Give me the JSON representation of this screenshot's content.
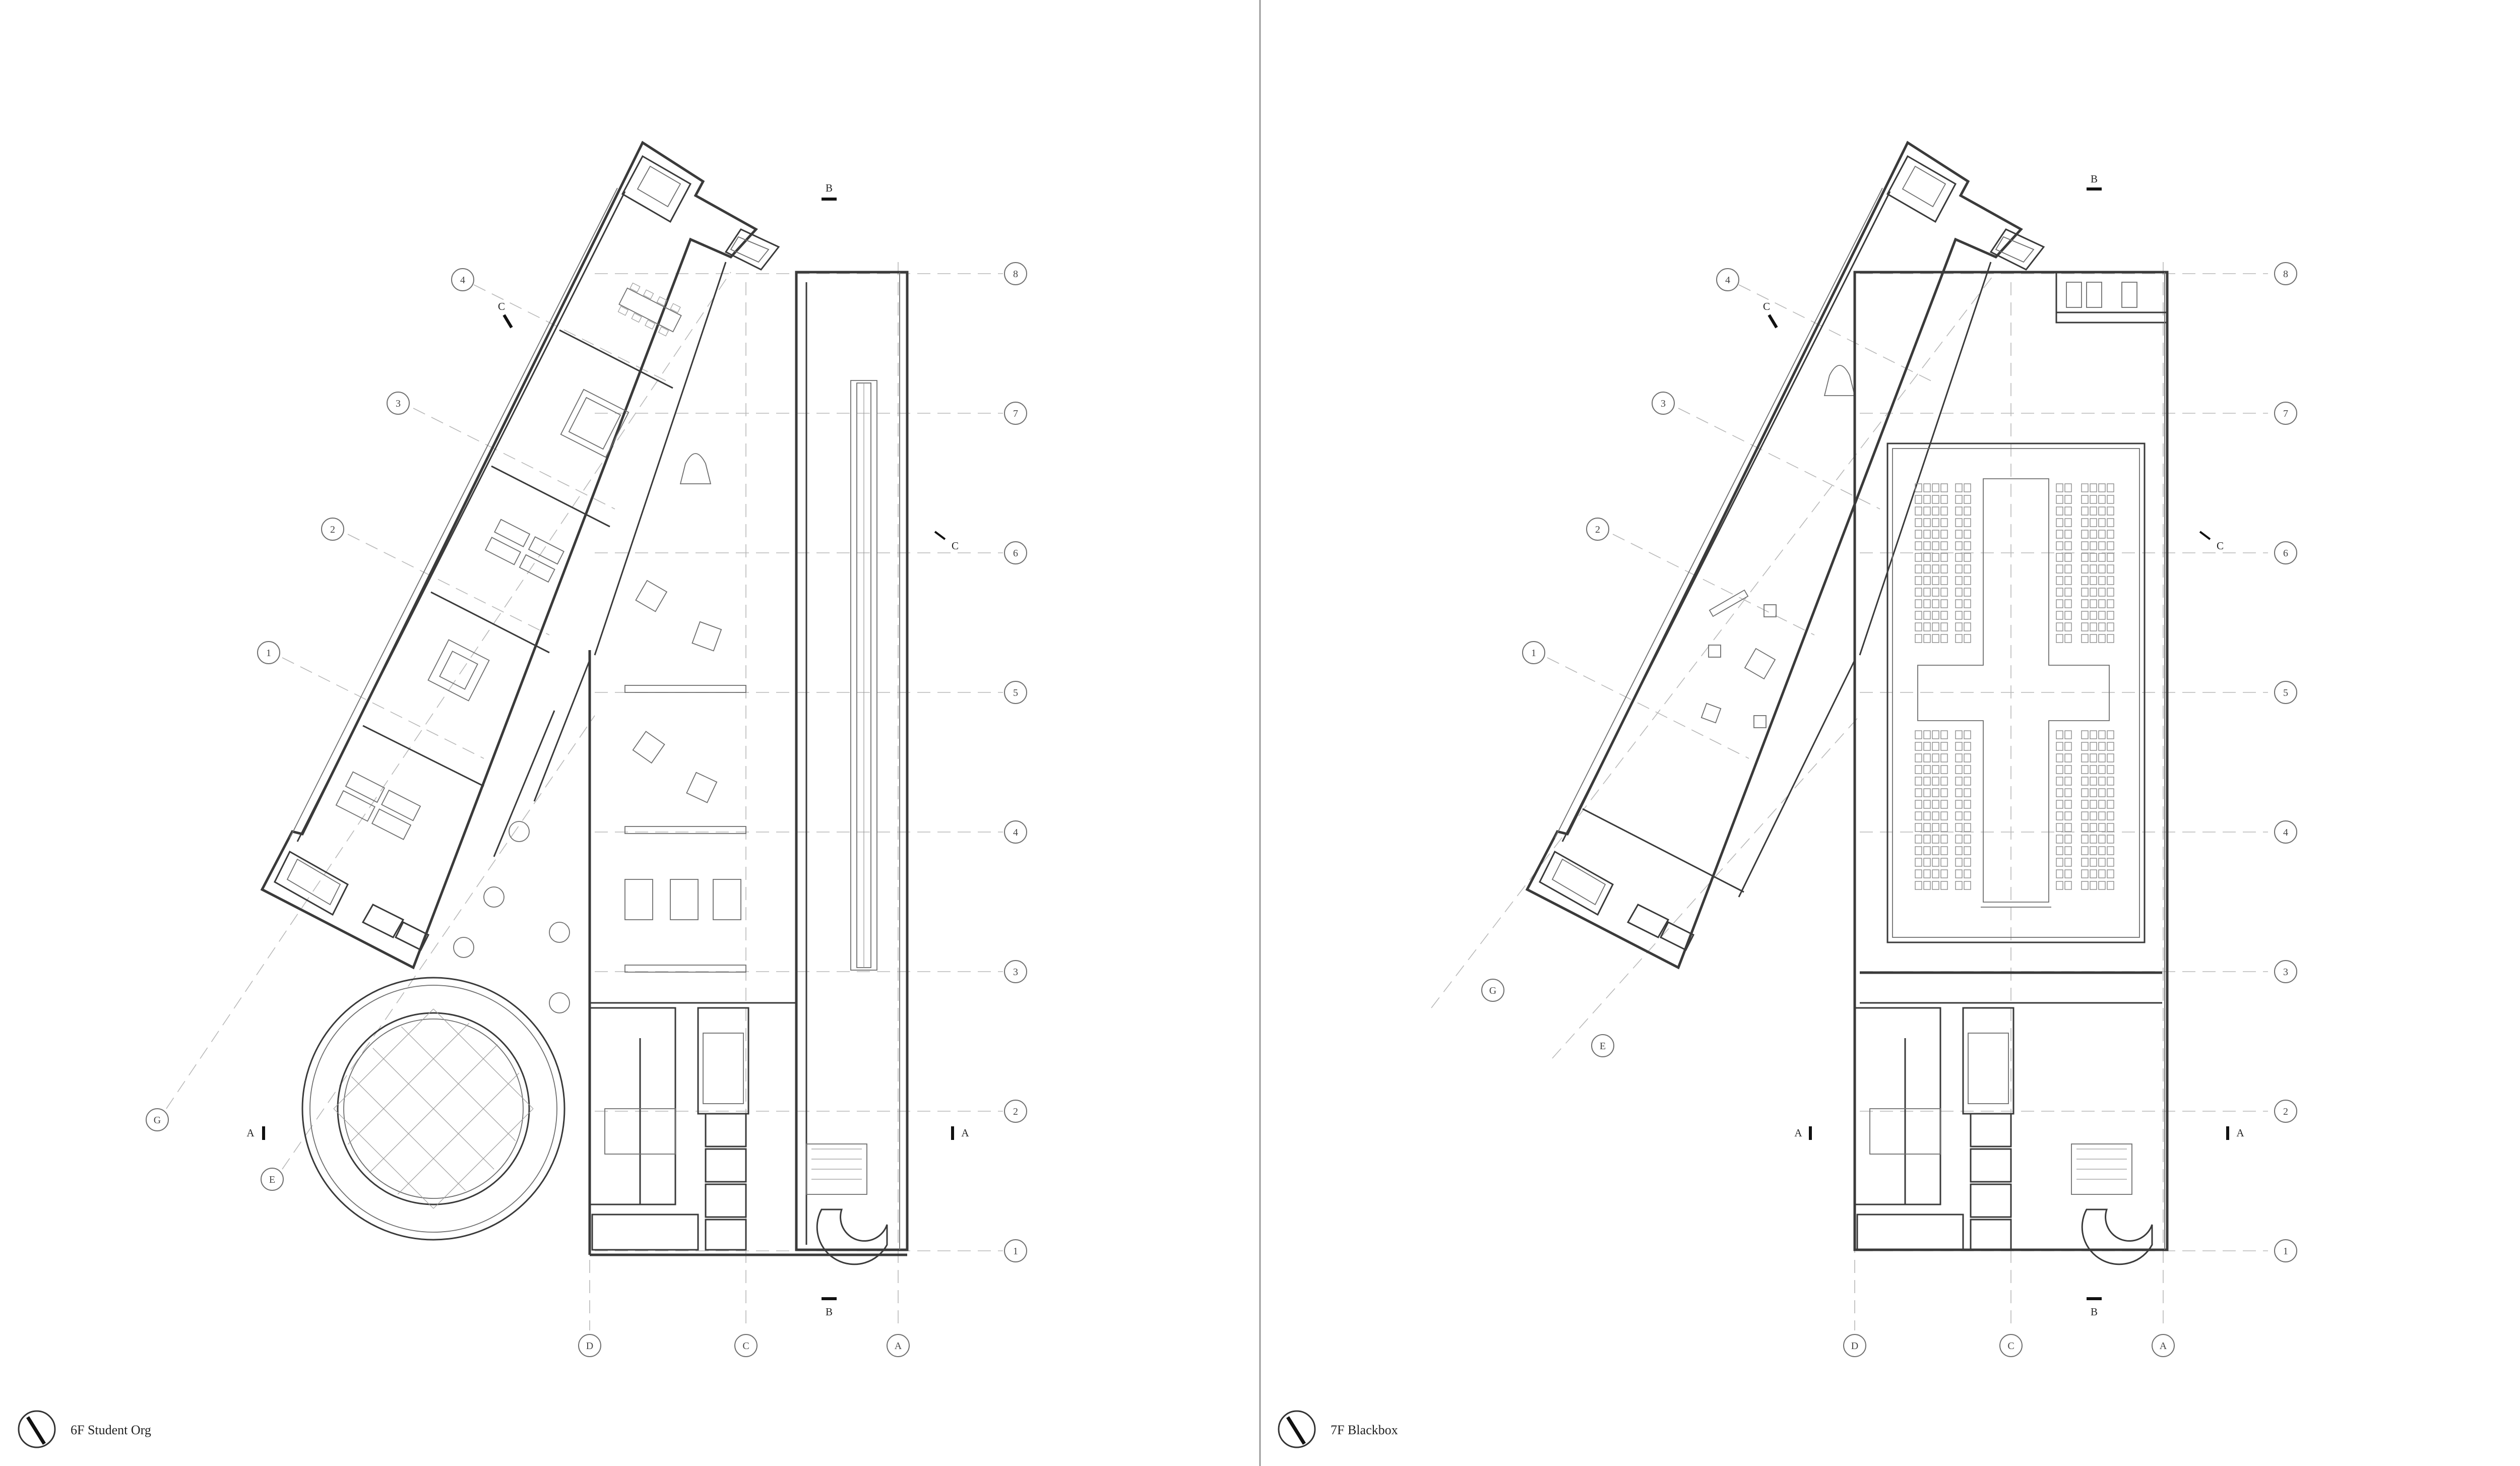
{
  "sheets": [
    {
      "title": "6F Student Org",
      "grid_rows": [
        "8",
        "7",
        "6",
        "5",
        "4",
        "3",
        "2",
        "1"
      ],
      "grid_cols": [
        "D",
        "C",
        "A"
      ],
      "grid_angled": [
        "4",
        "3",
        "2",
        "1"
      ],
      "grid_radial": [
        "G",
        "E"
      ],
      "section_marks": {
        "top": "B",
        "bottom": "B",
        "left": "A",
        "right": "A",
        "angled": "C",
        "right_c": "C"
      }
    },
    {
      "title": "7F Blackbox",
      "grid_rows": [
        "8",
        "7",
        "6",
        "5",
        "4",
        "3",
        "2",
        "1"
      ],
      "grid_cols": [
        "D",
        "C",
        "A"
      ],
      "grid_angled": [
        "4",
        "3",
        "2",
        "1"
      ],
      "grid_radial": [
        "G",
        "E"
      ],
      "section_marks": {
        "top": "B",
        "bottom": "B",
        "left": "A",
        "right": "A",
        "angled": "C",
        "right_c": "C"
      }
    }
  ]
}
